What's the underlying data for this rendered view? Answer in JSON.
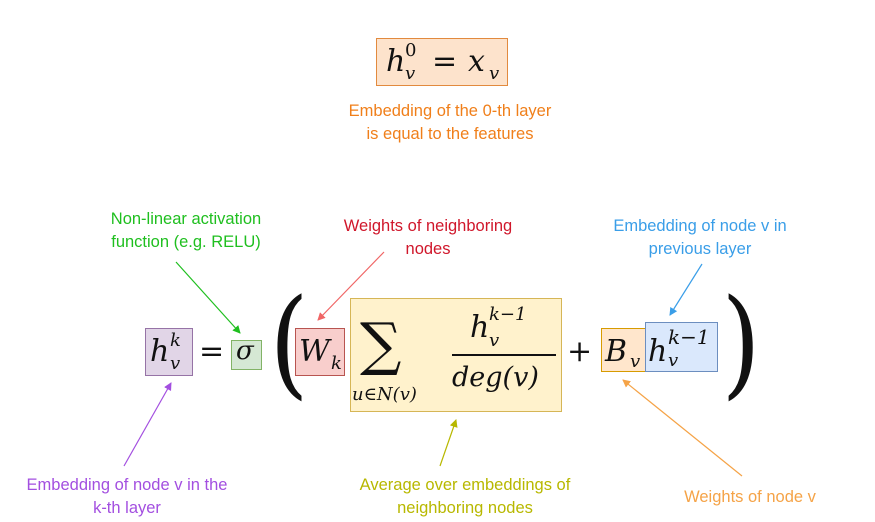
{
  "top_equation": {
    "h": "h",
    "sup": "0",
    "sub": "v",
    "eq": "=",
    "x": "x",
    "xsub": "v"
  },
  "top_caption": {
    "line1": "Embedding of the 0-th layer",
    "line2": "is equal to the features",
    "color": "#f07f1a"
  },
  "main_equation": {
    "h": "h",
    "h_sup": "k",
    "h_sub": "v",
    "eq": "=",
    "sigma": "σ",
    "lparen": "(",
    "rparen": ")",
    "W": "W",
    "W_sub": "k",
    "sum": "∑",
    "sum_sub": "u∈N(v)",
    "num_h": "h",
    "num_sup": "k−1",
    "num_sub": "v",
    "den": "deg(v)",
    "plus": "+",
    "B": "B",
    "B_sub": "v",
    "h2": "h",
    "h2_sup": "k−1",
    "h2_sub": "v"
  },
  "annotations": {
    "activation": {
      "line1": "Non-linear activation",
      "line2": "function (e.g. RELU)",
      "color": "#1fbf1f"
    },
    "weights_neighbors": {
      "line1": "Weights of neighboring",
      "line2": "nodes",
      "color": "#d0172b"
    },
    "prev_embedding": {
      "line1": "Embedding of node v in",
      "line2": "previous layer",
      "color": "#3a9ee8"
    },
    "kth_embedding": {
      "line1": "Embedding of node v in the",
      "line2": "k-th layer",
      "color": "#a34fe0"
    },
    "average": {
      "line1": "Average over embeddings of",
      "line2": "neighboring nodes",
      "color": "#b8b800"
    },
    "weights_node": {
      "line1": "Weights of node v",
      "color": "#f5a347"
    }
  },
  "colors": {
    "top_box_fill": "#fde3cc",
    "top_box_border": "#e28a3e",
    "h_box_fill": "#e1d5e7",
    "h_box_border": "#9673a6",
    "sigma_box_fill": "#d5e8d4",
    "sigma_box_border": "#82b366",
    "w_box_fill": "#f8cecc",
    "w_box_border": "#b85450",
    "sum_box_fill": "#fff2cc",
    "sum_box_border": "#d6b656",
    "b_box_fill": "#ffe6cc",
    "b_box_border": "#d79b00",
    "hprev_box_fill": "#dae8fc",
    "hprev_box_border": "#6c8ebf"
  }
}
